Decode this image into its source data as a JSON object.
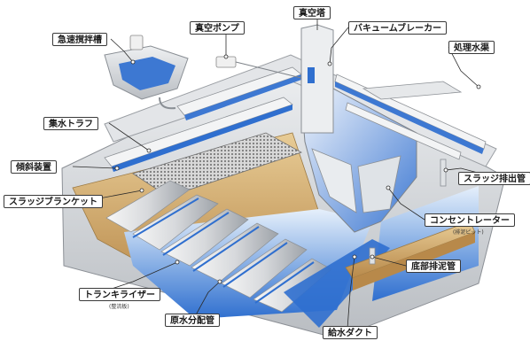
{
  "labels": {
    "rapid_mix_tank": "急速撹拌槽",
    "vacuum_pump": "真空ポンプ",
    "vacuum_tower": "真空塔",
    "vacuum_breaker": "バキュームブレーカー",
    "treated_water_channel": "処理水渠",
    "collection_trough": "集水トラフ",
    "inclined_device": "傾斜装置",
    "sludge_blanket": "スラッジブランケット",
    "sludge_discharge_pipe": "スラッジ排出管",
    "concentrator": "コンセントレーター",
    "concentrator_note": "(排泥ピット)",
    "bottom_drain_pipe": "底部排泥管",
    "tranquilizer": "トランキライザー",
    "tranquilizer_note": "(整流板)",
    "raw_water_distribution_pipe": "原水分配管",
    "water_supply_duct": "給水ダクト"
  },
  "colors": {
    "water_blue": "#2f6fcf",
    "light_blue": "#a9c8ee",
    "concrete": "#d9dcdf",
    "concrete_dark": "#a9adb2",
    "sludge": "#c9a56a",
    "leader_line": "#2a2a2a"
  }
}
